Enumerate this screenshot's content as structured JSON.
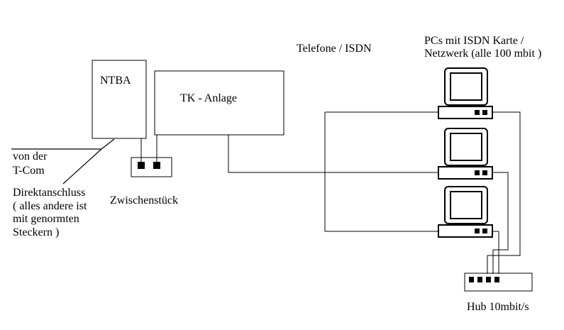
{
  "page": {
    "background": "#ffffff",
    "line_color": "#000000"
  },
  "diagram": {
    "boxes": {
      "ntba": "NTBA",
      "tk_anlage": "TK - Anlage"
    },
    "annotations": {
      "telefone_isdn": "Telefone / ISDN",
      "pcs_line1": "PCs mit ISDN Karte /",
      "pcs_line2": "Netzwerk (alle 100 mbit )",
      "von_der_line1": "von der",
      "von_der_line2": "T-Com",
      "direkt_line1": "Direktanschluss",
      "direkt_line2": "( alles andere ist",
      "direkt_line3": "mit genormten",
      "direkt_line4": "Steckern )",
      "zwischenstueck": "Zwischenstück",
      "hub": "Hub 10mbit/s"
    }
  }
}
